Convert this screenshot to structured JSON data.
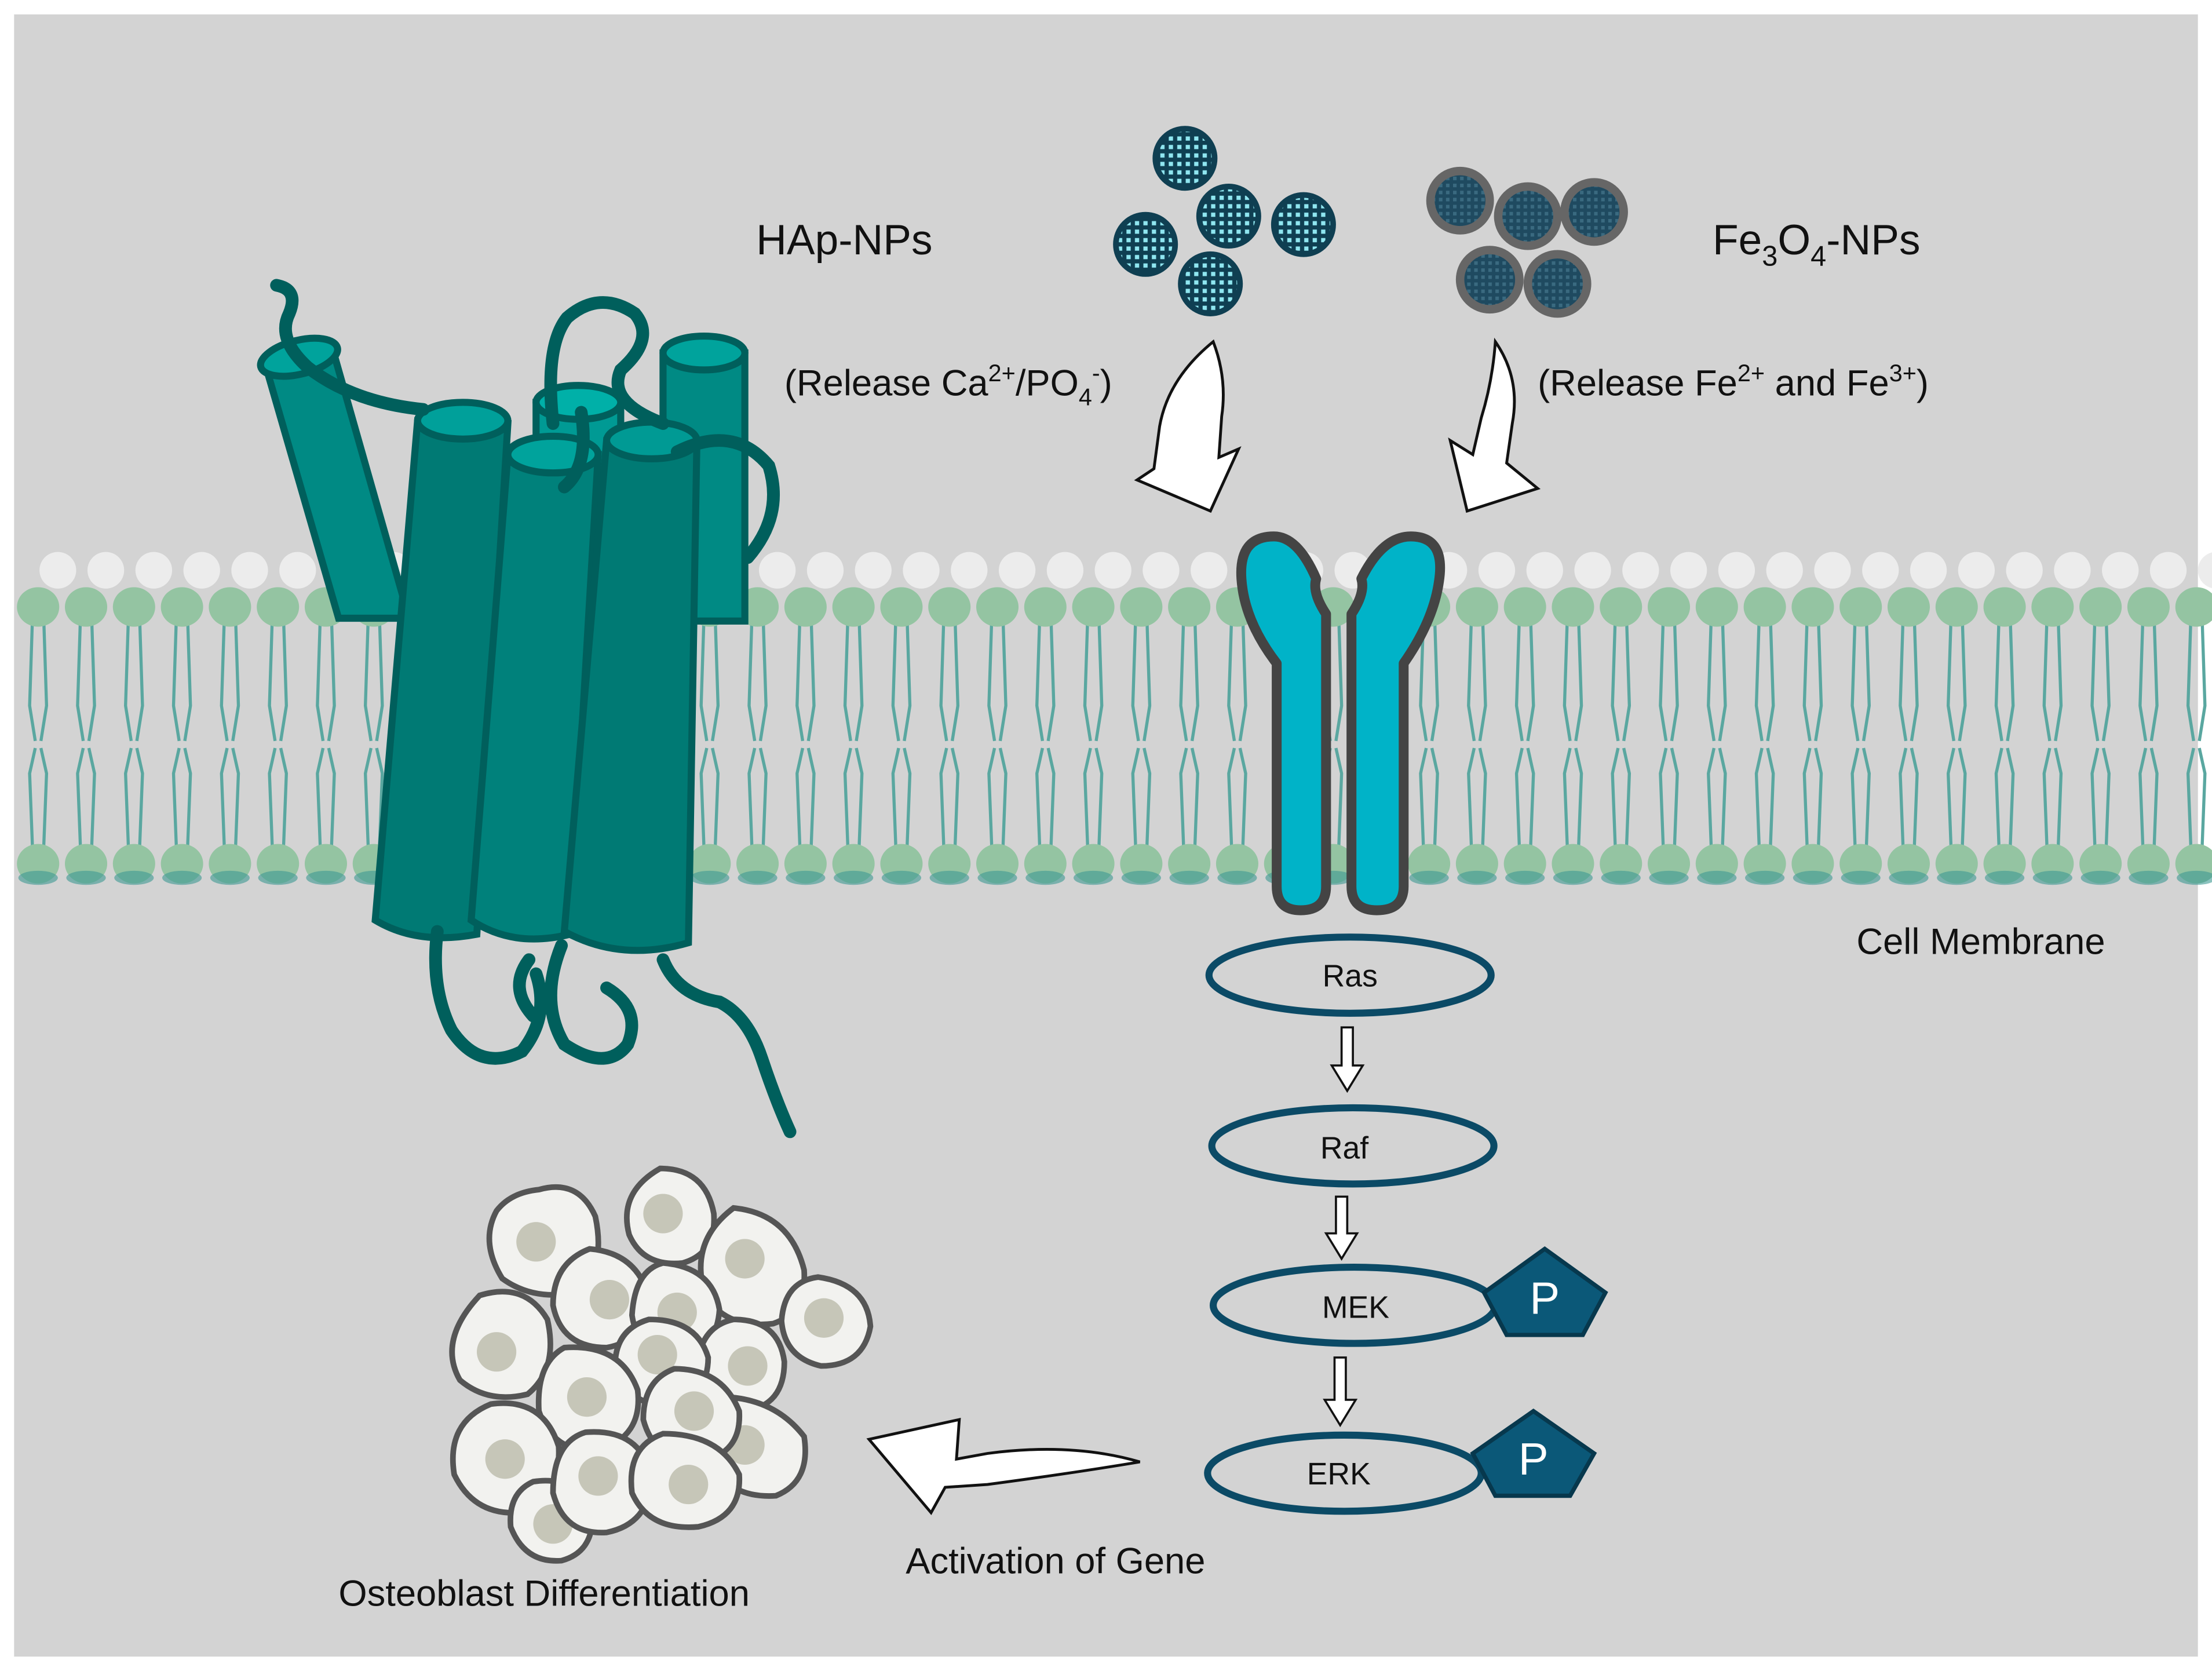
{
  "labels": {
    "hap_nps": "HAp-NPs",
    "fe3o4": {
      "a": "Fe",
      "s1": "3",
      "b": "O",
      "s2": "4",
      "c": "-NPs"
    },
    "release_ca": {
      "a": "(Release Ca",
      "sup1": "2+",
      "b": "/PO",
      "sub1": "4",
      "sup2": "-",
      "c": ")"
    },
    "release_fe": {
      "a": "(Release Fe",
      "sup1": "2+",
      "b": " and Fe",
      "sup2": "3+",
      "c": ")"
    },
    "cell_membrane": "Cell Membrane",
    "activation_of_gene": "Activation of Gene",
    "osteoblast_differentiation": "Osteoblast Differentiation"
  },
  "pathway": {
    "ras": "Ras",
    "raf": "Raf",
    "mek": "MEK",
    "erk": "ERK",
    "phospho": "P"
  },
  "colors": {
    "background": "#d3d3d3",
    "frame": "#ffffff",
    "membrane_head": "#94c4a2",
    "membrane_tail": "#5aa7a0",
    "membrane_top": "#ececec",
    "teal_dark": "#005f5c",
    "teal_fill": "#007a74",
    "receptor_fill": "#00b3c8",
    "receptor_stroke": "#444444",
    "enzyme_stroke": "#0b4a66",
    "phospho_fill": "#0b5878",
    "hap_np": "#0f3f52",
    "hap_np_dots": "#8fe6f0",
    "fe_np": "#555555",
    "fe_np_core": "#1f4a60",
    "cell_fill": "#f2f2ef",
    "cell_nucleus": "#c6c6b8"
  }
}
